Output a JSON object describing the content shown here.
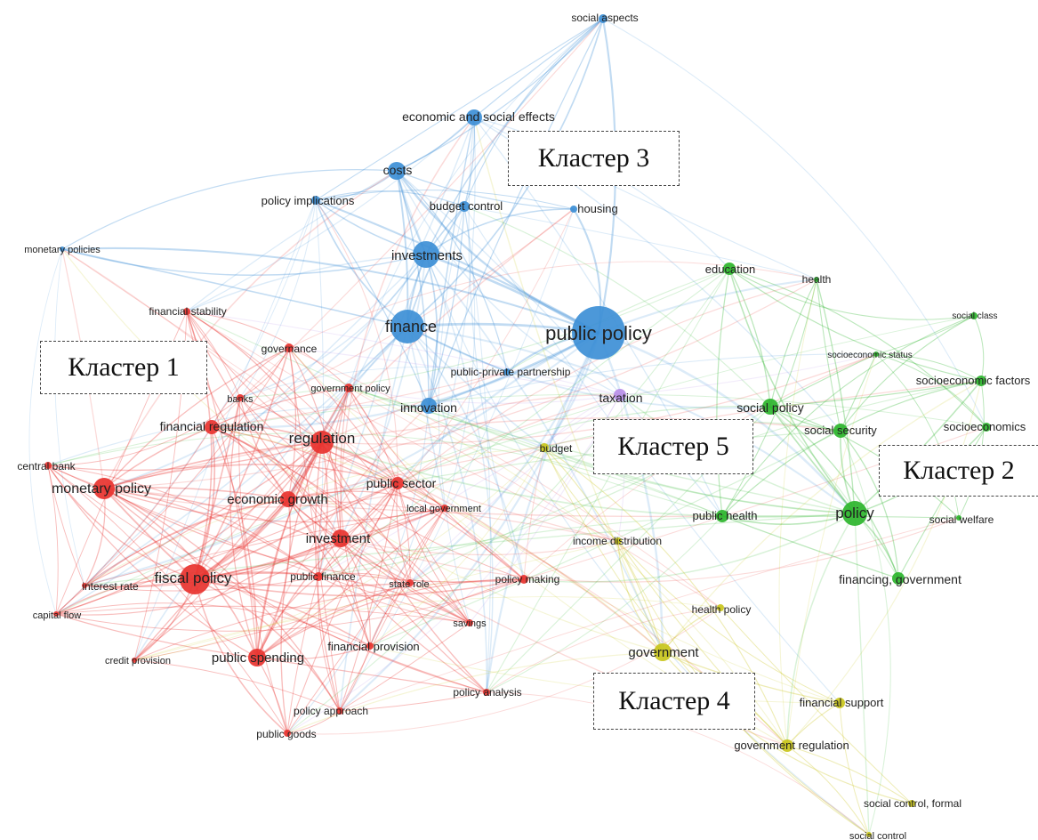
{
  "clusters": [
    {
      "label": "Кластер 1"
    },
    {
      "label": "Кластер 2"
    },
    {
      "label": "Кластер 3"
    },
    {
      "label": "Кластер 4"
    },
    {
      "label": "Кластер 5"
    }
  ],
  "colors": {
    "red": "#e8332f",
    "green": "#2db52d",
    "blue": "#3d8fd6",
    "yellow": "#c9c51c",
    "purple": "#b98ee8"
  },
  "nodes": [
    {
      "label": "social aspects",
      "cluster": "blue"
    },
    {
      "label": "economic and social effects",
      "cluster": "blue"
    },
    {
      "label": "costs",
      "cluster": "blue"
    },
    {
      "label": "policy implications",
      "cluster": "blue"
    },
    {
      "label": "budget control",
      "cluster": "blue"
    },
    {
      "label": "housing",
      "cluster": "blue"
    },
    {
      "label": "monetary policies",
      "cluster": "blue"
    },
    {
      "label": "investments",
      "cluster": "blue"
    },
    {
      "label": "finance",
      "cluster": "blue"
    },
    {
      "label": "public policy",
      "cluster": "blue"
    },
    {
      "label": "public-private partnership",
      "cluster": "blue"
    },
    {
      "label": "innovation",
      "cluster": "blue"
    },
    {
      "label": "financial stability",
      "cluster": "red"
    },
    {
      "label": "governance",
      "cluster": "red"
    },
    {
      "label": "government policy",
      "cluster": "red"
    },
    {
      "label": "banks",
      "cluster": "red"
    },
    {
      "label": "financial regulation",
      "cluster": "red"
    },
    {
      "label": "regulation",
      "cluster": "red"
    },
    {
      "label": "central bank",
      "cluster": "red"
    },
    {
      "label": "monetary policy",
      "cluster": "red"
    },
    {
      "label": "economic growth",
      "cluster": "red"
    },
    {
      "label": "public sector",
      "cluster": "red"
    },
    {
      "label": "local government",
      "cluster": "red"
    },
    {
      "label": "investment",
      "cluster": "red"
    },
    {
      "label": "fiscal policy",
      "cluster": "red"
    },
    {
      "label": "interest rate",
      "cluster": "red"
    },
    {
      "label": "public finance",
      "cluster": "red"
    },
    {
      "label": "state role",
      "cluster": "red"
    },
    {
      "label": "policy making",
      "cluster": "red"
    },
    {
      "label": "capital flow",
      "cluster": "red"
    },
    {
      "label": "savings",
      "cluster": "red"
    },
    {
      "label": "financial provision",
      "cluster": "red"
    },
    {
      "label": "credit provision",
      "cluster": "red"
    },
    {
      "label": "public spending",
      "cluster": "red"
    },
    {
      "label": "policy analysis",
      "cluster": "red"
    },
    {
      "label": "policy approach",
      "cluster": "red"
    },
    {
      "label": "public goods",
      "cluster": "red"
    },
    {
      "label": "taxation",
      "cluster": "purple"
    },
    {
      "label": "budget",
      "cluster": "yellow"
    },
    {
      "label": "education",
      "cluster": "green"
    },
    {
      "label": "health",
      "cluster": "green"
    },
    {
      "label": "social class",
      "cluster": "green"
    },
    {
      "label": "socioeconomic status",
      "cluster": "green"
    },
    {
      "label": "socioeconomic factors",
      "cluster": "green"
    },
    {
      "label": "social policy",
      "cluster": "green"
    },
    {
      "label": "social security",
      "cluster": "green"
    },
    {
      "label": "socioeconomics",
      "cluster": "green"
    },
    {
      "label": "public health",
      "cluster": "green"
    },
    {
      "label": "policy",
      "cluster": "green"
    },
    {
      "label": "social welfare",
      "cluster": "green"
    },
    {
      "label": "income distribution",
      "cluster": "yellow"
    },
    {
      "label": "financing, government",
      "cluster": "green"
    },
    {
      "label": "health policy",
      "cluster": "yellow"
    },
    {
      "label": "government",
      "cluster": "yellow"
    },
    {
      "label": "financial support",
      "cluster": "yellow"
    },
    {
      "label": "government regulation",
      "cluster": "yellow"
    },
    {
      "label": "social control, formal",
      "cluster": "yellow"
    },
    {
      "label": "social control",
      "cluster": "yellow"
    }
  ]
}
